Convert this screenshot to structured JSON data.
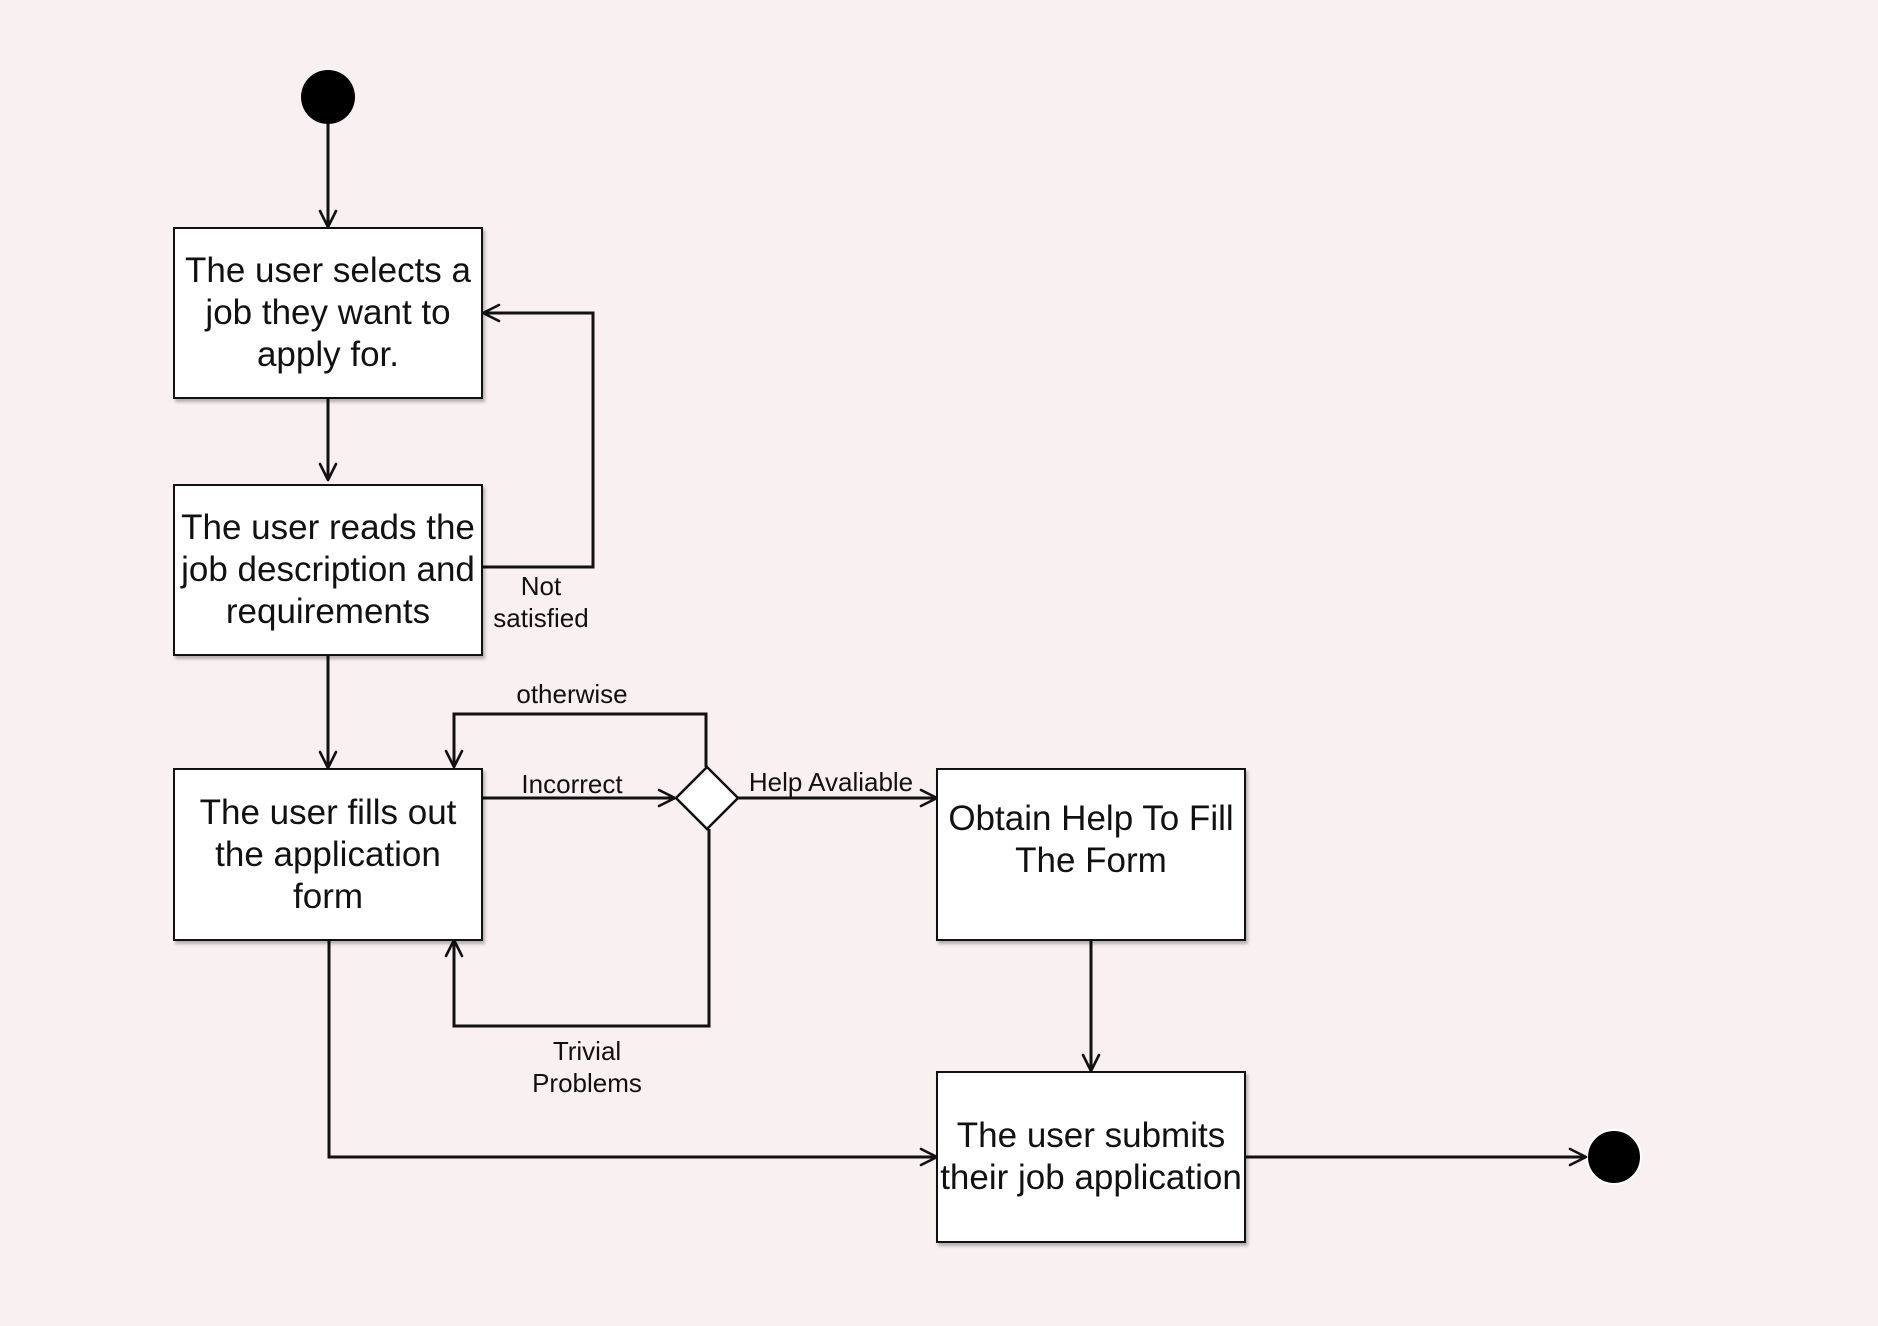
{
  "diagram": {
    "nodes": {
      "select_job": "The user selects a job they want to apply for.",
      "read_description": "The user reads the job description and requirements",
      "fill_form": "The user fills out the application form",
      "obtain_help": "Obtain Help To Fill The Form",
      "submit_application": "The user submits their job application"
    },
    "edge_labels": {
      "not_satisfied": "Not satisfied",
      "otherwise": "otherwise",
      "incorrect": "Incorrect",
      "help_available": "Help Avaliable",
      "trivial_problems": "Trivial Problems"
    },
    "colors": {
      "background": "#f9f0f1",
      "node_fill": "#ffffff",
      "stroke": "#111111"
    }
  }
}
